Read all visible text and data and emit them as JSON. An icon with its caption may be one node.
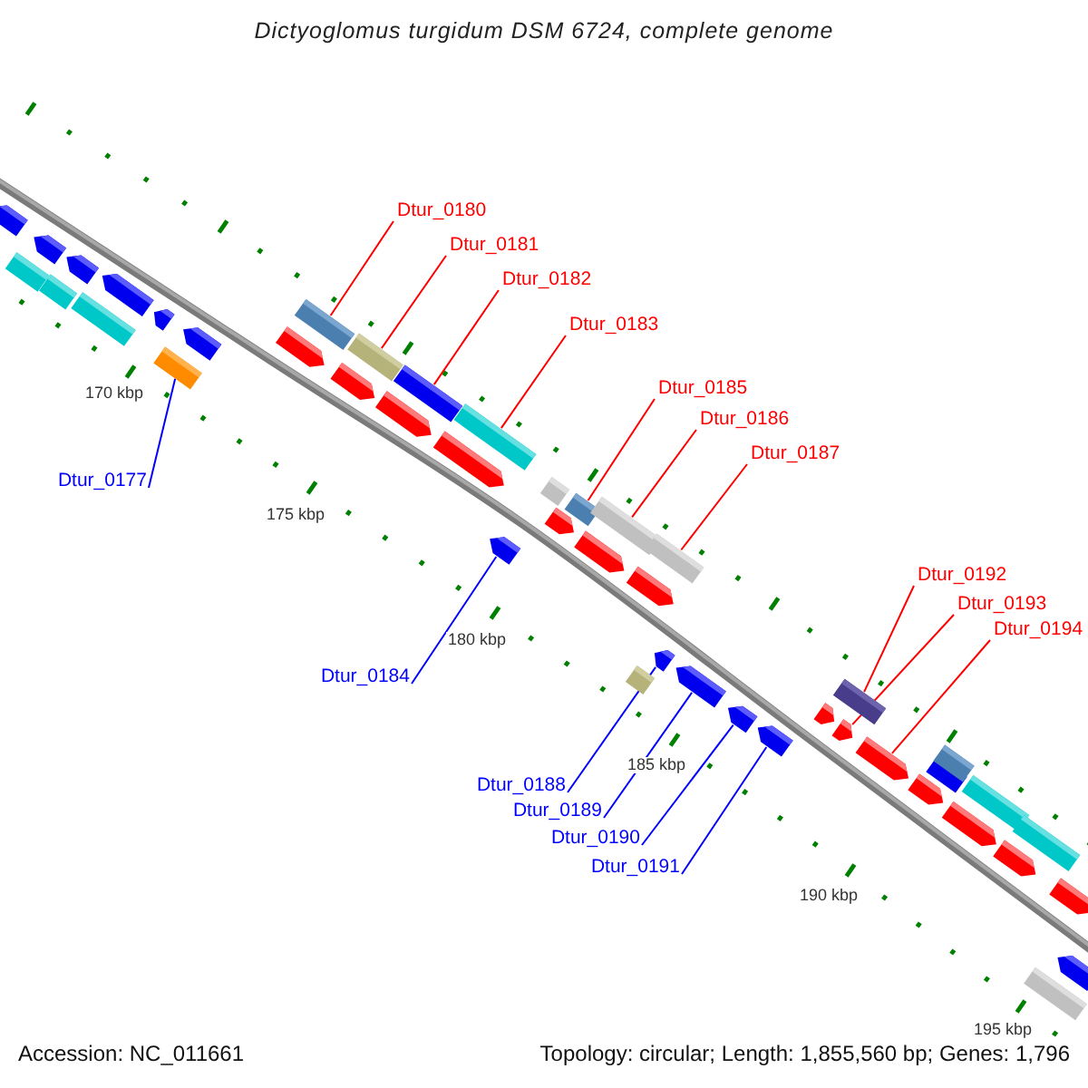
{
  "diagram": {
    "title": "Dictyoglomus turgidum DSM 6724, complete genome",
    "nodes": [
      {
        "text": [
          "Dtur_0180"
        ]
      },
      {
        "text": [
          "Dtur_0181"
        ]
      },
      {
        "text": [
          "Dtur_0182"
        ]
      },
      {
        "text": [
          "Dtur_0183"
        ]
      },
      {
        "text": [
          "Dtur_0185"
        ]
      },
      {
        "text": [
          "Dtur_0186"
        ]
      },
      {
        "text": [
          "Dtur_0187"
        ]
      },
      {
        "text": [
          "Dtur_0177"
        ]
      },
      {
        "text": [
          "Dtur_0192"
        ]
      },
      {
        "text": [
          "Dtur_0193"
        ]
      },
      {
        "text": [
          "Dtur_0194"
        ]
      },
      {
        "text": [
          "Dtur_0184"
        ]
      },
      {
        "text": [
          "Dtur_0188"
        ]
      },
      {
        "text": [
          "Dtur_0189"
        ]
      },
      {
        "text": [
          "Dtur_0190"
        ]
      },
      {
        "text": [
          "Dtur_0191"
        ]
      },
      {
        "text": [],
        "shape": "arrow"
      },
      {
        "text": [],
        "shape": "box"
      },
      {
        "text": [],
        "shape": "arrow"
      },
      {
        "text": [],
        "shape": "box"
      },
      {
        "text": [],
        "shape": "arrow"
      },
      {
        "text": [],
        "shape": "box"
      },
      {
        "text": [],
        "shape": "arrow"
      },
      {
        "text": [],
        "shape": "arrow"
      },
      {
        "text": [],
        "shape": "box"
      },
      {
        "text": [],
        "shape": "arrow"
      },
      {
        "text": [],
        "shape": "arrow"
      },
      {
        "text": [],
        "shape": "box"
      },
      {
        "text": [],
        "shape": "arrow"
      },
      {
        "text": [],
        "shape": "box"
      },
      {
        "text": [],
        "shape": "arrow"
      },
      {
        "text": [],
        "shape": "box"
      },
      {
        "text": [],
        "shape": "arrow"
      },
      {
        "text": [],
        "shape": "box"
      },
      {
        "text": [],
        "shape": "arrow"
      },
      {
        "text": [],
        "shape": "arrow"
      },
      {
        "text": [],
        "shape": "box"
      },
      {
        "text": [],
        "shape": "box"
      },
      {
        "text": [],
        "shape": "arrow"
      },
      {
        "text": [],
        "shape": "box"
      },
      {
        "text": [],
        "shape": "box"
      },
      {
        "text": [],
        "shape": "arrow"
      },
      {
        "text": [],
        "shape": "arrow"
      },
      {
        "text": [],
        "shape": "box"
      },
      {
        "text": [],
        "shape": "arrow"
      },
      {
        "text": [],
        "shape": "arrow"
      },
      {
        "text": [],
        "shape": "arrow"
      },
      {
        "text": [],
        "shape": "arrow"
      },
      {
        "text": [],
        "shape": "arrow"
      },
      {
        "text": [],
        "shape": "box"
      },
      {
        "text": [],
        "shape": "arrow"
      },
      {
        "text": [],
        "shape": "arrow"
      },
      {
        "text": [],
        "shape": "box"
      },
      {
        "text": [],
        "shape": "box"
      },
      {
        "text": [],
        "shape": "arrow"
      },
      {
        "text": [],
        "shape": "box"
      },
      {
        "text": [],
        "shape": "arrow"
      },
      {
        "text": [],
        "shape": "box"
      },
      {
        "text": [],
        "shape": "box"
      },
      {
        "text": [],
        "shape": "arrow"
      },
      {
        "text": [],
        "shape": "arrow"
      }
    ],
    "edges": [
      {
        "from": 0,
        "to": 27,
        "arrow": "none"
      },
      {
        "from": 1,
        "to": 29,
        "arrow": "none"
      },
      {
        "from": 2,
        "to": 31,
        "arrow": "none"
      },
      {
        "from": 3,
        "to": 33,
        "arrow": "none"
      },
      {
        "from": 4,
        "to": 37,
        "arrow": "none"
      },
      {
        "from": 5,
        "to": 39,
        "arrow": "none"
      },
      {
        "from": 6,
        "to": 43,
        "arrow": "none"
      },
      {
        "from": 7,
        "to": 24,
        "arrow": "none",
        "color": "#0000ff"
      },
      {
        "from": 8,
        "to": 49,
        "arrow": "none"
      },
      {
        "from": 9,
        "to": 48,
        "arrow": "none"
      },
      {
        "from": 10,
        "to": 50,
        "arrow": "none"
      },
      {
        "from": 11,
        "to": 34,
        "arrow": "none",
        "color": "#0000ff"
      },
      {
        "from": 12,
        "to": 42,
        "arrow": "none",
        "color": "#0000ff"
      },
      {
        "from": 13,
        "to": 44,
        "arrow": "none",
        "color": "#0000ff"
      },
      {
        "from": 14,
        "to": 45,
        "arrow": "none",
        "color": "#0000ff"
      },
      {
        "from": 15,
        "to": 46,
        "arrow": "none",
        "color": "#0000ff"
      }
    ],
    "labels": [
      "170 kbp",
      "175 kbp",
      "180 kbp",
      "185 kbp",
      "190 kbp",
      "195 kbp",
      "Accession: NC_011661",
      "Topology: circular; Length: 1,855,560 bp; Genes: 1,796"
    ]
  }
}
